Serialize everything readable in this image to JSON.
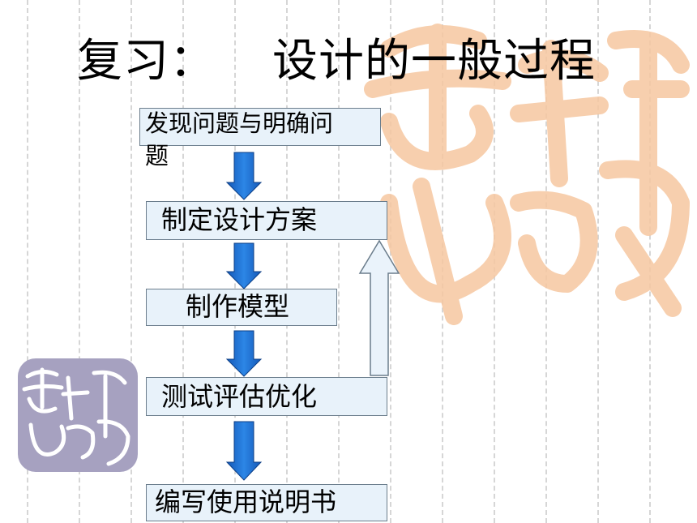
{
  "title": {
    "left": "复习：",
    "right": "设计的一般过程"
  },
  "steps": [
    {
      "line1": "发现问题与明确问",
      "line2": "题"
    },
    {
      "label": "制定设计方案"
    },
    {
      "label": "制作模型"
    },
    {
      "label": "测试评估优化"
    },
    {
      "label": "编写使用说明书"
    }
  ],
  "colors": {
    "box_fill": "#e8f2fa",
    "arrow_blue": "#1d6fd3",
    "feedback_arrow_fill": "#eaf3fb",
    "seal_orange": "#f6c7a0",
    "seal_purple": "#a6a1c0"
  }
}
